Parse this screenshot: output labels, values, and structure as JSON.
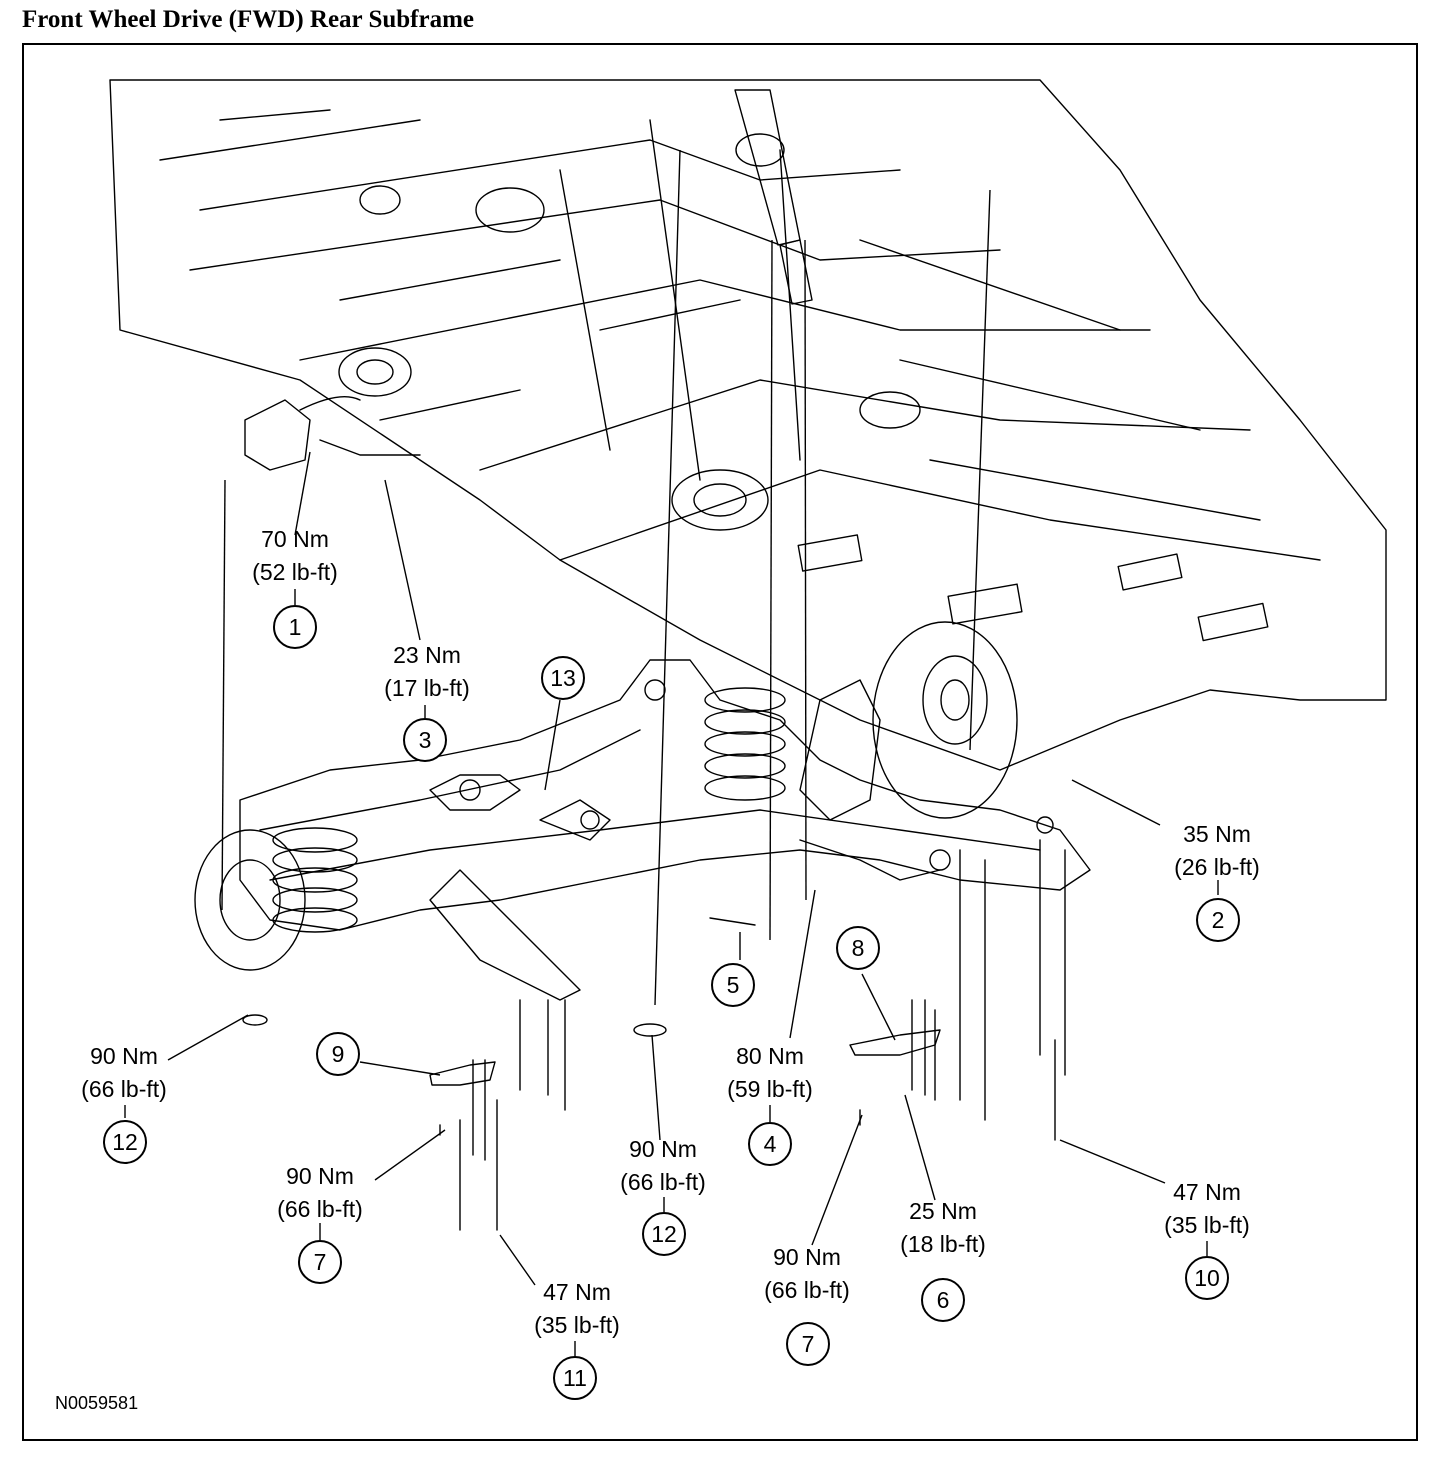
{
  "title": "Front Wheel Drive (FWD) Rear Subframe",
  "figure_id": "N0059581",
  "callouts": [
    {
      "num": "1",
      "nm": "70 Nm",
      "lbft": "(52 lb-ft)"
    },
    {
      "num": "2",
      "nm": "35 Nm",
      "lbft": "(26 lb-ft)"
    },
    {
      "num": "3",
      "nm": "23 Nm",
      "lbft": "(17 lb-ft)"
    },
    {
      "num": "4",
      "nm": "80 Nm",
      "lbft": "(59 lb-ft)"
    },
    {
      "num": "5"
    },
    {
      "num": "6",
      "nm": "25 Nm",
      "lbft": "(18 lb-ft)"
    },
    {
      "num": "7",
      "nm": "90 Nm",
      "lbft": "(66 lb-ft)"
    },
    {
      "num": "7",
      "nm": "90 Nm",
      "lbft": "(66 lb-ft)"
    },
    {
      "num": "8"
    },
    {
      "num": "9"
    },
    {
      "num": "10",
      "nm": "47 Nm",
      "lbft": "(35 lb-ft)"
    },
    {
      "num": "11",
      "nm": "47 Nm",
      "lbft": "(35 lb-ft)"
    },
    {
      "num": "12",
      "nm": "90 Nm",
      "lbft": "(66 lb-ft)"
    },
    {
      "num": "12",
      "nm": "90 Nm",
      "lbft": "(66 lb-ft)"
    },
    {
      "num": "13"
    }
  ]
}
